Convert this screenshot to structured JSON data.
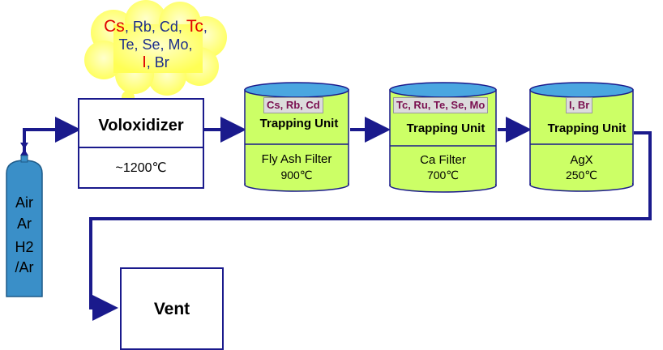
{
  "cloud": {
    "line1": [
      {
        "text": "Cs",
        "color": "#e00000"
      },
      {
        "text": ", Rb, Cd, ",
        "color": "#1c2d8a"
      },
      {
        "text": "Tc",
        "color": "#e00000"
      },
      {
        "text": ",",
        "color": "#1c2d8a"
      }
    ],
    "line2": "Te, Se, Mo,",
    "line3_red": "I",
    "line3_rest": ", Br"
  },
  "voloxidizer": {
    "title": "Voloxidizer",
    "temp": "~1200℃"
  },
  "units": [
    {
      "highlight": "Cs, Rb, Cd",
      "title": "Trapping Unit",
      "filter": "Fly Ash Filter",
      "temp": "900℃"
    },
    {
      "highlight": "Tc, Ru, Te, Se, Mo",
      "title": "Trapping Unit",
      "filter": "Ca Filter",
      "temp": "700℃"
    },
    {
      "highlight": "I, Br",
      "title": "Trapping Unit",
      "filter": "AgX",
      "temp": "250℃"
    }
  ],
  "gas_cylinder": {
    "lines": [
      "Air",
      "Ar",
      "H2",
      "/Ar"
    ]
  },
  "vent": {
    "label": "Vent"
  },
  "colors": {
    "flow_line": "#1a1a8c",
    "unit_fill": "#ccff66",
    "unit_top": "#4aa6e0",
    "cloud_fill": "#ffff66",
    "cylinder": "#3a8fc8",
    "accent_red": "#e00000",
    "accent_blue": "#1c2d8a"
  }
}
